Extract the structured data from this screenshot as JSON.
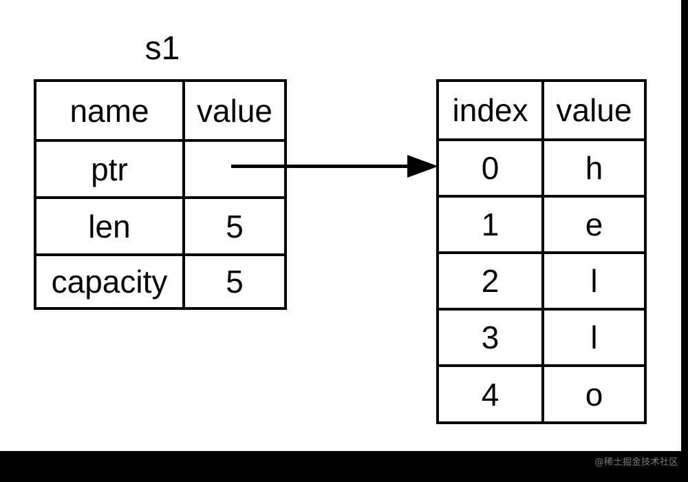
{
  "diagram": {
    "struct_label": "s1",
    "struct_table": {
      "header": [
        "name",
        "value"
      ],
      "rows": [
        {
          "name": "ptr",
          "value": ""
        },
        {
          "name": "len",
          "value": "5"
        },
        {
          "name": "capacity",
          "value": "5"
        }
      ]
    },
    "buffer_table": {
      "header": [
        "index",
        "value"
      ],
      "rows": [
        {
          "index": "0",
          "value": "h"
        },
        {
          "index": "1",
          "value": "e"
        },
        {
          "index": "2",
          "value": "l"
        },
        {
          "index": "3",
          "value": "l"
        },
        {
          "index": "4",
          "value": "o"
        }
      ]
    },
    "pointer_arrow": {
      "icon": "arrow-right-icon",
      "from": "ptr-value-cell",
      "to": "buffer-index-0-row"
    }
  },
  "watermark": {
    "text": "@稀土掘金技术社区"
  },
  "colors": {
    "stroke": "#000000",
    "background": "#ffffff",
    "band": "#000000",
    "watermark_text": "#7d7d7d"
  }
}
